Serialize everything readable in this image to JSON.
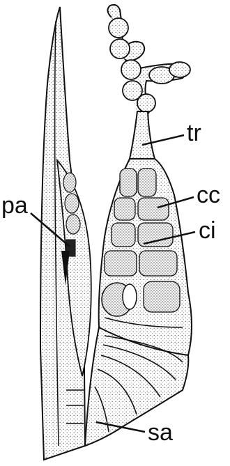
{
  "labels": {
    "tr": "tr",
    "cc": "cc",
    "ci": "ci",
    "pa": "pa",
    "sa": "sa"
  },
  "colors": {
    "ink": "#111111",
    "paper": "#ffffff",
    "stipple": "#8a8a8a"
  }
}
